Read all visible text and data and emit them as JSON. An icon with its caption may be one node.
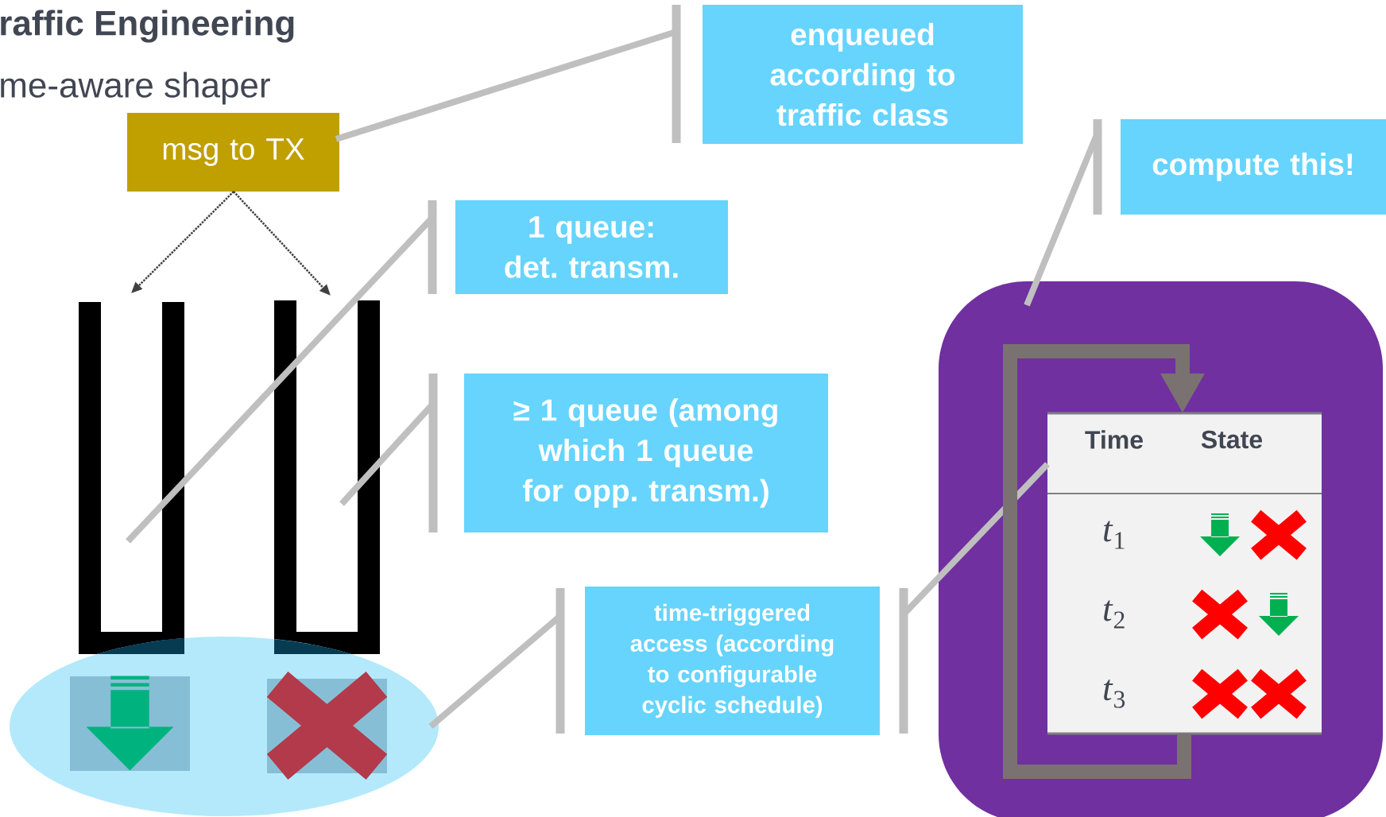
{
  "diagram": {
    "title": "raffic Engineering",
    "nodes": [
      {
        "text": [
          "msg to TX"
        ]
      },
      {
        "text": [
          "enqueued according to traffic class"
        ]
      },
      {
        "text": [
          "compute this!"
        ]
      },
      {
        "text": [
          "1 queue: det. transm."
        ]
      },
      {
        "text": [
          "≥ 1 queue (among which 1 queue for opp. transm.)"
        ]
      },
      {
        "text": [
          "time-triggered access (according to configurable cyclic schedule)"
        ]
      },
      {
        "text": [],
        "shape": "box"
      },
      {
        "text": [],
        "shape": "box"
      },
      {
        "text": [],
        "shape": "ellipse"
      },
      {
        "text": [],
        "shape": "box"
      },
      {
        "text": [
          "Time",
          "State",
          "*t*$_{1}$",
          "*t*$_{2}$",
          "*t*$_{3}$"
        ],
        "in": 9
      }
    ],
    "edges": [
      {
        "from": 0,
        "to": 6,
        "arrow": "to",
        "style": "dashed",
        "color": "#404040"
      },
      {
        "from": 0,
        "to": 7,
        "arrow": "to",
        "style": "dashed",
        "color": "#404040"
      },
      {
        "from": 1,
        "to": 0,
        "arrow": "none"
      },
      {
        "from": 2,
        "to": 9,
        "arrow": "none"
      },
      {
        "from": 3,
        "to": 6,
        "arrow": "none"
      },
      {
        "from": 4,
        "to": 7,
        "arrow": "none"
      },
      {
        "from": 5,
        "to": 8,
        "arrow": "none"
      },
      {
        "from": 5,
        "to": 10,
        "arrow": "none"
      },
      {
        "from": 10,
        "to": 10,
        "arrow": "to",
        "style": "thick",
        "color": "#7a7270"
      }
    ],
    "labels": [
      "me-aware shaper"
    ]
  }
}
